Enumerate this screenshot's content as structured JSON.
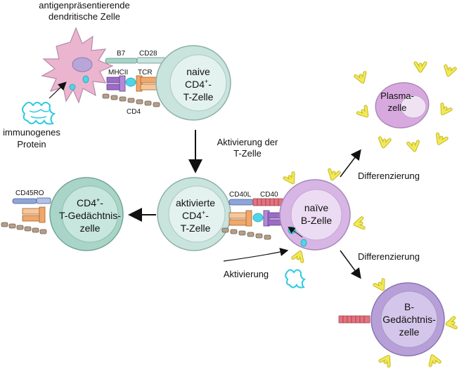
{
  "labels": {
    "apc_line1": "antigenpräsentierende",
    "apc_line2": "dendritische Zelle",
    "immuno_line1": "immunogenes",
    "immuno_line2": "Protein",
    "b7": "B7",
    "cd28": "CD28",
    "mhcii": "MHCII",
    "tcr": "TCR",
    "cd4_top": "CD4",
    "naive_t_1": "naive",
    "naive_t_2": "CD4",
    "naive_t_2_sup": "+",
    "naive_t_2_tail": "-",
    "naive_t_3": "T-Zelle",
    "activation_t_1": "Aktivierung der",
    "activation_t_2": "T-Zelle",
    "plasma_1": "Plasma-",
    "plasma_2": "zelle",
    "diff_upper": "Differenzierung",
    "diff_lower": "Differenzierung",
    "cd45ro": "CD45RO",
    "memory_t_1": "CD4",
    "memory_t_1_sup": "+",
    "memory_t_1_tail": "-",
    "memory_t_2": "T-Gedächtnis-",
    "memory_t_3": "zelle",
    "act_t_1": "aktivierte",
    "act_t_2": "CD4",
    "act_t_2_sup": "+",
    "act_t_2_tail": "-",
    "act_t_3": "T-Zelle",
    "cd40l": "CD40L",
    "cd40": "CD40",
    "naive_b_1": "naïve",
    "naive_b_2": "B-Zelle",
    "aktivierung": "Aktivierung",
    "memory_b_1": "B-",
    "memory_b_2": "Gedächtnis-",
    "memory_b_3": "zelle"
  },
  "colors": {
    "t_outer": "#c9e3dd",
    "t_inner": "#dff1ee",
    "t_memory_outer": "#a8d5c7",
    "b_outer": "#d7b6e6",
    "b_inner": "#e9d6f2",
    "b_memory_outer": "#b7a0d8",
    "b_memory_inner": "#d4c6ea",
    "dendritic": "#ecb5cf",
    "antibody": "#e8e04a",
    "antigen": "#4fd6e6",
    "mhc": "#9b6bc7",
    "tcr": "#f0a86a",
    "cd4": "#b7a08c",
    "b7": "#a6d4c8",
    "cd40": "#e2737f",
    "cd45ro": "#8fa5d8"
  }
}
